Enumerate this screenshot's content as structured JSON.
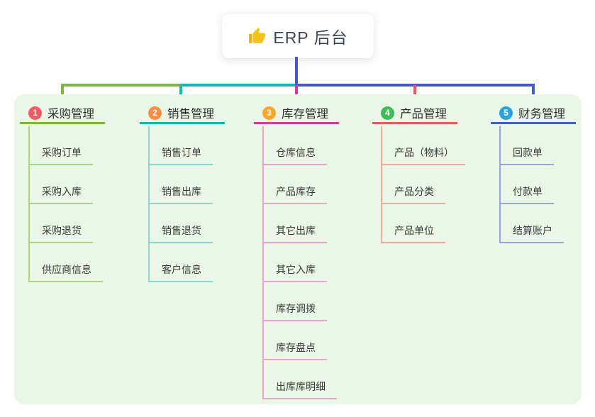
{
  "root": {
    "title": "ERP 后台",
    "icon": "thumbs-up-icon",
    "icon_color": "#f3c21c",
    "line_color": "#4457cb"
  },
  "panel": {
    "bg_color": "#eaf7e6"
  },
  "branches": [
    {
      "number": "1",
      "label": "采购管理",
      "badge_color": "#f15b66",
      "line_color": "#7cb93f",
      "sub_line_color": "#a9d585",
      "items": [
        "采购订单",
        "采购入库",
        "采购退货",
        "供应商信息"
      ]
    },
    {
      "number": "2",
      "label": "销售管理",
      "badge_color": "#fa8e45",
      "line_color": "#18b7b4",
      "sub_line_color": "#82d9d5",
      "items": [
        "销售订单",
        "销售出库",
        "销售退货",
        "客户信息"
      ]
    },
    {
      "number": "3",
      "label": "库存管理",
      "badge_color": "#f9a62b",
      "line_color": "#d8399f",
      "sub_line_color": "#f0a0ce",
      "items": [
        "仓库信息",
        "产品库存",
        "其它出库",
        "其它入库",
        "库存调拨",
        "库存盘点",
        "出库库明细"
      ]
    },
    {
      "number": "4",
      "label": "产品管理",
      "badge_color": "#3dbd57",
      "line_color": "#f25858",
      "sub_line_color": "#f8a5a0",
      "items": [
        "产品（物料）",
        "产品分类",
        "产品单位"
      ]
    },
    {
      "number": "5",
      "label": "财务管理",
      "badge_color": "#2aa3e0",
      "line_color": "#4560cc",
      "sub_line_color": "#96a6dd",
      "items": [
        "回款单",
        "付款单",
        "结算账户"
      ]
    }
  ]
}
